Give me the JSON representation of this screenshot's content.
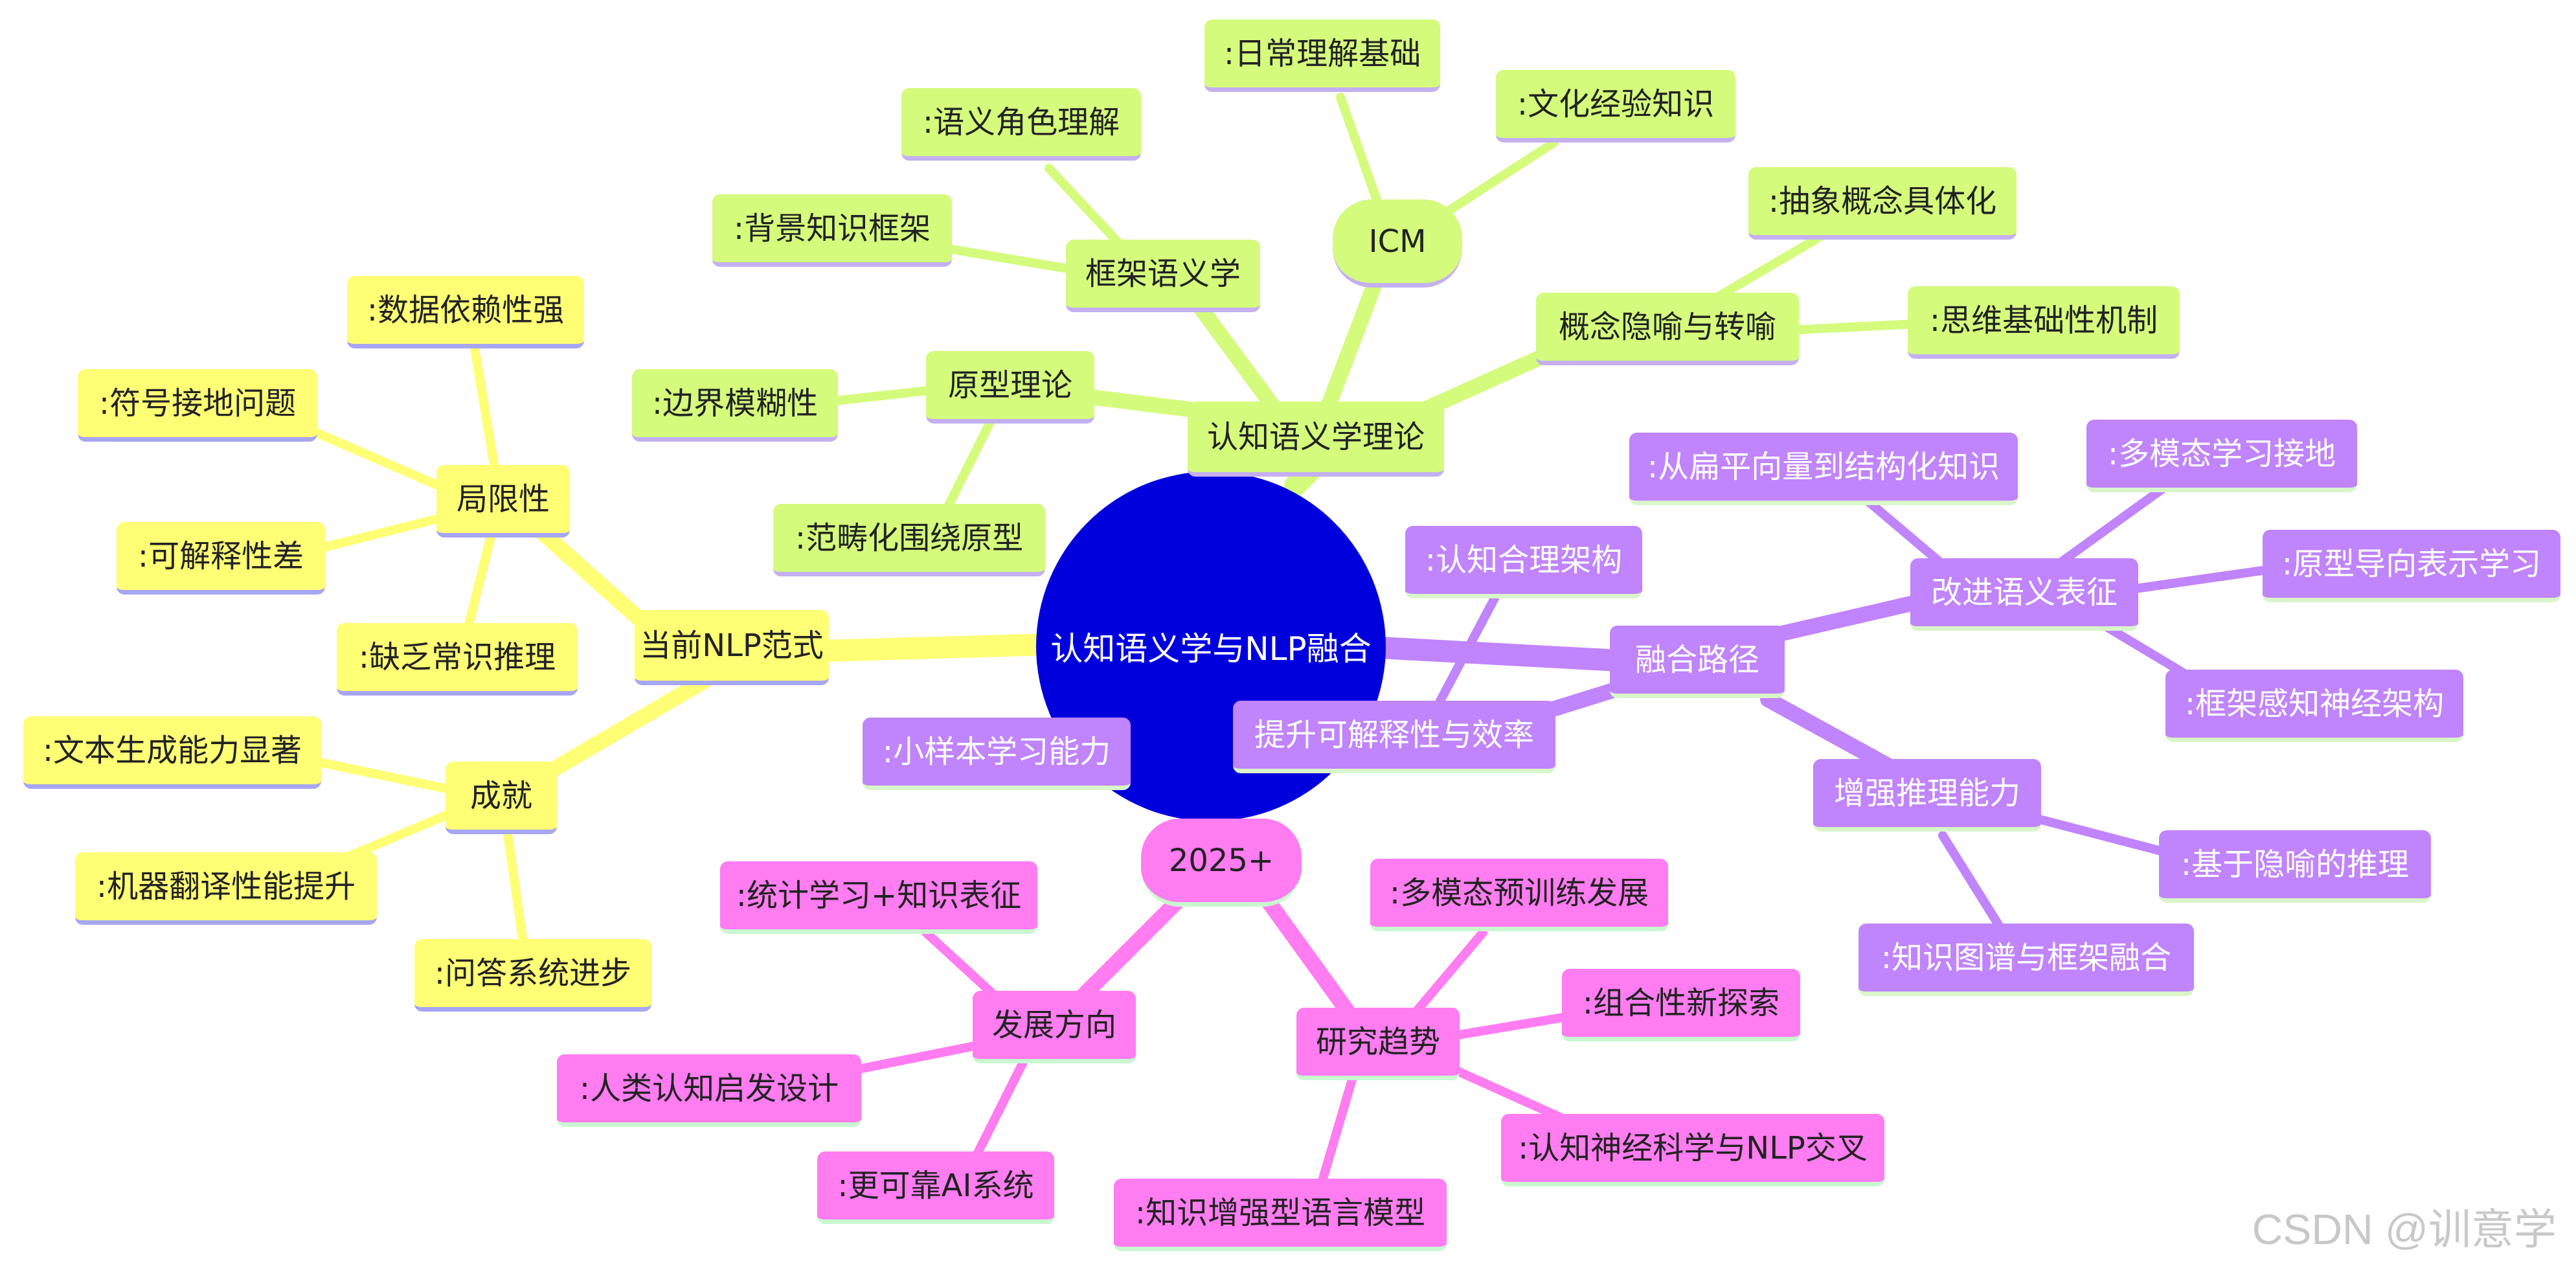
{
  "center": {
    "label": "认知语义学与NLP融合",
    "color": "#0000dd"
  },
  "colors": {
    "yellow": "#ffff75",
    "green": "#d4fb7c",
    "purple": "#c084fc",
    "pink": "#ff7cf1"
  },
  "branches": {
    "current_nlp": {
      "label": "当前NLP范式",
      "limitations": {
        "label": "局限性",
        "items": [
          ":数据依赖性强",
          ":符号接地问题",
          ":可解释性差",
          ":缺乏常识推理"
        ]
      },
      "achievements": {
        "label": "成就",
        "items": [
          ":文本生成能力显著",
          ":机器翻译性能提升",
          ":问答系统进步"
        ]
      }
    },
    "cognitive_theory": {
      "label": "认知语义学理论",
      "frame": {
        "label": "框架语义学",
        "items": [
          ":语义角色理解",
          ":背景知识框架"
        ]
      },
      "icm": {
        "label": "ICM",
        "items": [
          ":日常理解基础",
          ":文化经验知识"
        ]
      },
      "metaphor": {
        "label": "概念隐喻与转喻",
        "items": [
          ":抽象概念具体化",
          ":思维基础性机制"
        ]
      },
      "prototype": {
        "label": "原型理论",
        "items": [
          ":边界模糊性",
          ":范畴化围绕原型"
        ]
      }
    },
    "fusion": {
      "label": "融合路径",
      "representation": {
        "label": "改进语义表征",
        "items": [
          ":从扁平向量到结构化知识",
          ":多模态学习接地",
          ":原型导向表示学习",
          ":框架感知神经架构"
        ]
      },
      "interpretability": {
        "label": "提升可解释性与效率",
        "items": [
          ":认知合理架构",
          ":小样本学习能力"
        ]
      },
      "reasoning": {
        "label": "增强推理能力",
        "items": [
          ":基于隐喻的推理",
          ":知识图谱与框架融合"
        ]
      }
    },
    "future": {
      "label": "2025+",
      "direction": {
        "label": "发展方向",
        "items": [
          ":统计学习+知识表征",
          ":人类认知启发设计",
          ":更可靠AI系统"
        ]
      },
      "trends": {
        "label": "研究趋势",
        "items": [
          ":多模态预训练发展",
          ":组合性新探索",
          ":认知神经科学与NLP交叉",
          ":知识增强型语言模型"
        ]
      }
    }
  },
  "watermark": "CSDN @训意学"
}
